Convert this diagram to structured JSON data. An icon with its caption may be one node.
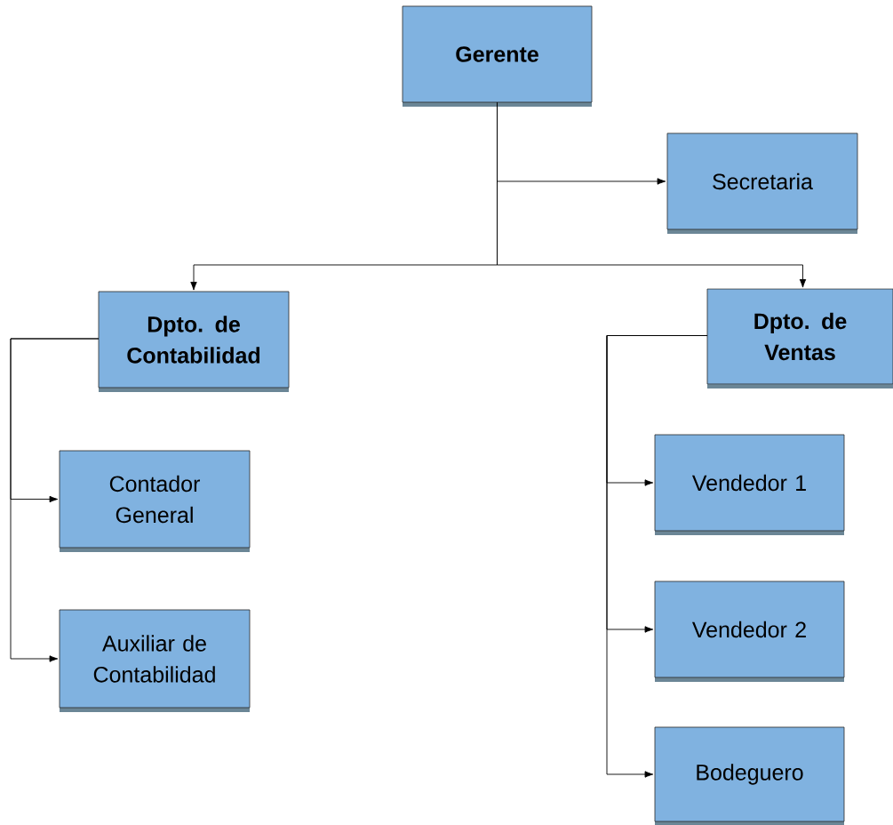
{
  "diagram": {
    "nodes": [
      {
        "text": [
          "Gerente"
        ]
      },
      {
        "text": [
          "Secretaria"
        ]
      },
      {
        "text": [
          "Dpto. de Contabilidad"
        ]
      },
      {
        "text": [
          "Dpto. de Ventas"
        ]
      },
      {
        "text": [
          "Contador General"
        ]
      },
      {
        "text": [
          "Auxiliar de Contabilidad"
        ]
      },
      {
        "text": [
          "Vendedor 1"
        ]
      },
      {
        "text": [
          "Vendedor 2"
        ]
      },
      {
        "text": [
          "Bodeguero"
        ]
      }
    ],
    "edges": [
      {
        "from": 0,
        "to": 1,
        "arrow": "to"
      },
      {
        "from": 0,
        "to": 2,
        "arrow": "to"
      },
      {
        "from": 0,
        "to": 3,
        "arrow": "to"
      },
      {
        "from": 2,
        "to": 4,
        "arrow": "to"
      },
      {
        "from": 2,
        "to": 5,
        "arrow": "to"
      },
      {
        "from": 3,
        "to": 6,
        "arrow": "to"
      },
      {
        "from": 3,
        "to": 7,
        "arrow": "to"
      },
      {
        "from": 3,
        "to": 8,
        "arrow": "to"
      }
    ]
  }
}
